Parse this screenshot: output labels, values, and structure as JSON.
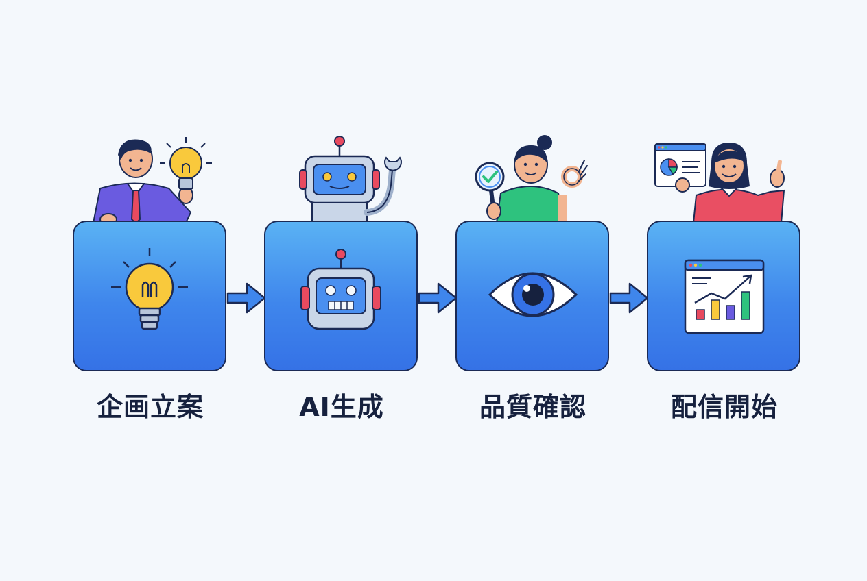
{
  "steps": [
    {
      "label": "企画立案",
      "icon": "lightbulb-icon"
    },
    {
      "label": "AI生成",
      "icon": "robot-icon"
    },
    {
      "label": "品質確認",
      "icon": "eye-icon"
    },
    {
      "label": "配信開始",
      "icon": "chart-window-icon"
    }
  ],
  "colors": {
    "card_top": "#5ab2f4",
    "card_bottom": "#3572e6",
    "outline": "#1b2a55",
    "label": "#16213e",
    "background": "#f4f8fc"
  }
}
